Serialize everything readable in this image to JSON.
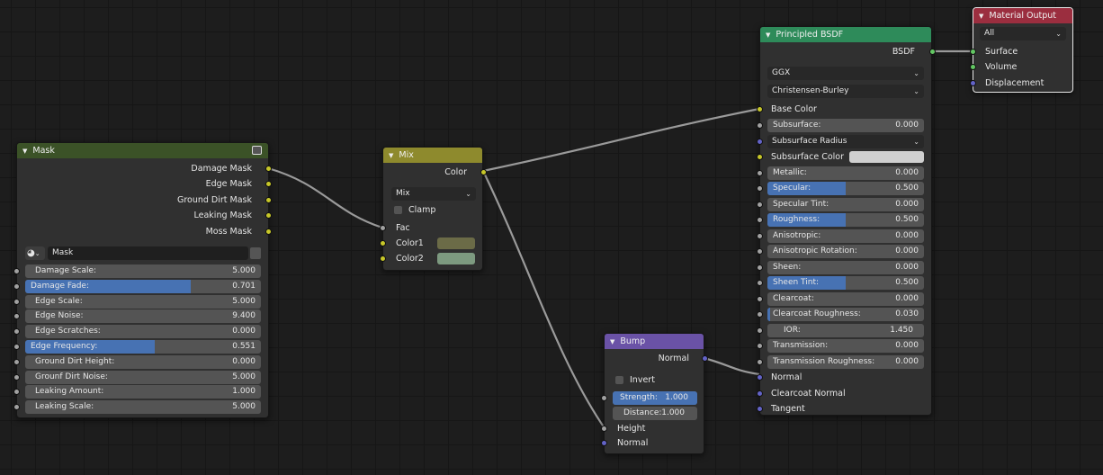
{
  "nodes": {
    "mask": {
      "title": "Mask",
      "outputs": [
        "Damage Mask",
        "Edge Mask",
        "Ground Dirt Mask",
        "Leaking Mask",
        "Moss Mask"
      ],
      "group_name": "Mask",
      "inputs": [
        {
          "label": "Damage Scale:",
          "value": "5.000",
          "fill": 0
        },
        {
          "label": "Damage Fade:",
          "value": "0.701",
          "fill": 0.701
        },
        {
          "label": "Edge Scale:",
          "value": "5.000",
          "fill": 0
        },
        {
          "label": "Edge Noise:",
          "value": "9.400",
          "fill": 0
        },
        {
          "label": "Edge Scratches:",
          "value": "0.000",
          "fill": 0
        },
        {
          "label": "Edge Frequency:",
          "value": "0.551",
          "fill": 0.551
        },
        {
          "label": "Ground Dirt Height:",
          "value": "0.000",
          "fill": 0
        },
        {
          "label": "Grounf Dirt Noise:",
          "value": "5.000",
          "fill": 0
        },
        {
          "label": "Leaking Amount:",
          "value": "1.000",
          "fill": 0
        },
        {
          "label": "Leaking Scale:",
          "value": "5.000",
          "fill": 0
        }
      ]
    },
    "mix": {
      "title": "Mix",
      "output": "Color",
      "blend_mode": "Mix",
      "clamp_label": "Clamp",
      "fac_label": "Fac",
      "color1_label": "Color1",
      "color2_label": "Color2",
      "color1": "#6b6b47",
      "color2": "#7d9a80"
    },
    "bump": {
      "title": "Bump",
      "output": "Normal",
      "invert_label": "Invert",
      "strength_label": "Strength:",
      "strength_value": "1.000",
      "distance_label": "Distance:",
      "distance_value": "1.000",
      "height_label": "Height",
      "normal_label": "Normal"
    },
    "bsdf": {
      "title": "Principled BSDF",
      "output": "BSDF",
      "distribution": "GGX",
      "subsurface_method": "Christensen-Burley",
      "base_color_label": "Base Color",
      "subsurface_radius_label": "Subsurface Radius",
      "subsurface_color_label": "Subsurface Color",
      "subsurface_color": "#d0d0d0",
      "fields": [
        {
          "label": "Subsurface:",
          "value": "0.000",
          "fill": 0
        },
        {
          "label": "Metallic:",
          "value": "0.000",
          "fill": 0
        },
        {
          "label": "Specular:",
          "value": "0.500",
          "fill": 0.5
        },
        {
          "label": "Specular Tint:",
          "value": "0.000",
          "fill": 0
        },
        {
          "label": "Roughness:",
          "value": "0.500",
          "fill": 0.5
        },
        {
          "label": "Anisotropic:",
          "value": "0.000",
          "fill": 0
        },
        {
          "label": "Anisotropic Rotation:",
          "value": "0.000",
          "fill": 0
        },
        {
          "label": "Sheen:",
          "value": "0.000",
          "fill": 0
        },
        {
          "label": "Sheen Tint:",
          "value": "0.500",
          "fill": 0.5
        },
        {
          "label": "Clearcoat:",
          "value": "0.000",
          "fill": 0
        },
        {
          "label": "Clearcoat Roughness:",
          "value": "0.030",
          "fill": 0.03
        },
        {
          "label": "IOR:",
          "value": "1.450",
          "fill": 0
        },
        {
          "label": "Transmission:",
          "value": "0.000",
          "fill": 0
        },
        {
          "label": "Transmission Roughness:",
          "value": "0.000",
          "fill": 0
        }
      ],
      "normal_label": "Normal",
      "clearcoat_normal_label": "Clearcoat Normal",
      "tangent_label": "Tangent"
    },
    "output": {
      "title": "Material Output",
      "target": "All",
      "surface_label": "Surface",
      "volume_label": "Volume",
      "displacement_label": "Displacement"
    }
  },
  "colors": {
    "mask_header": "#3b5227",
    "mix_header": "#8e8a2d",
    "bump_header": "#6a52a6",
    "bsdf_header": "#2e8b5a",
    "output_header": "#9b2e3f",
    "slider_fill": "#4772b3"
  }
}
